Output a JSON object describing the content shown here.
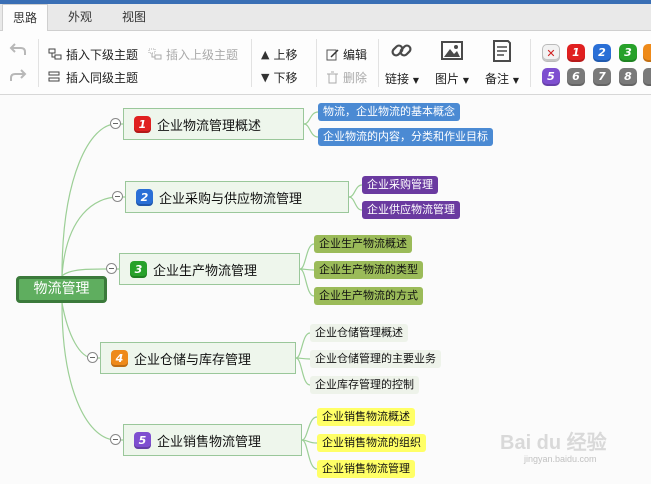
{
  "tabs": [
    "思路",
    "外观",
    "视图"
  ],
  "toolbar": {
    "insert_child": "插入下级主题",
    "insert_parent": "插入上级主题",
    "insert_sibling": "插入同级主题",
    "move_up": "上移",
    "move_down": "下移",
    "edit": "编辑",
    "delete": "删除",
    "link": "链接",
    "image": "图片",
    "note": "备注"
  },
  "priorities": [
    "1",
    "2",
    "3",
    "5",
    "6",
    "7",
    "8"
  ],
  "mindmap": {
    "root": "物流管理",
    "topics": [
      {
        "num": "1",
        "label": "企业物流管理概述",
        "color": "#e02020",
        "subs": [
          "物流，企业物流的基本概念",
          "企业物流的内容，分类和作业目标"
        ]
      },
      {
        "num": "2",
        "label": "企业采购与供应物流管理",
        "color": "#2a6fd6",
        "subs": [
          "企业采购管理",
          "企业供应物流管理"
        ]
      },
      {
        "num": "3",
        "label": "企业生产物流管理",
        "color": "#27a12a",
        "subs": [
          "企业生产物流概述",
          "企业生产物流的类型",
          "企业生产物流的方式"
        ]
      },
      {
        "num": "4",
        "label": "企业仓储与库存管理",
        "color": "#ee8a1a",
        "subs": [
          "企业仓储管理概述",
          "企业仓储管理的主要业务",
          "企业库存管理的控制"
        ]
      },
      {
        "num": "5",
        "label": "企业销售物流管理",
        "color": "#7e4fd0",
        "subs": [
          "企业销售物流概述",
          "企业销售物流的组织",
          "企业销售物流管理"
        ]
      }
    ]
  },
  "watermark": {
    "brand": "Bai du 经验",
    "url": "jingyan.baidu.com"
  }
}
